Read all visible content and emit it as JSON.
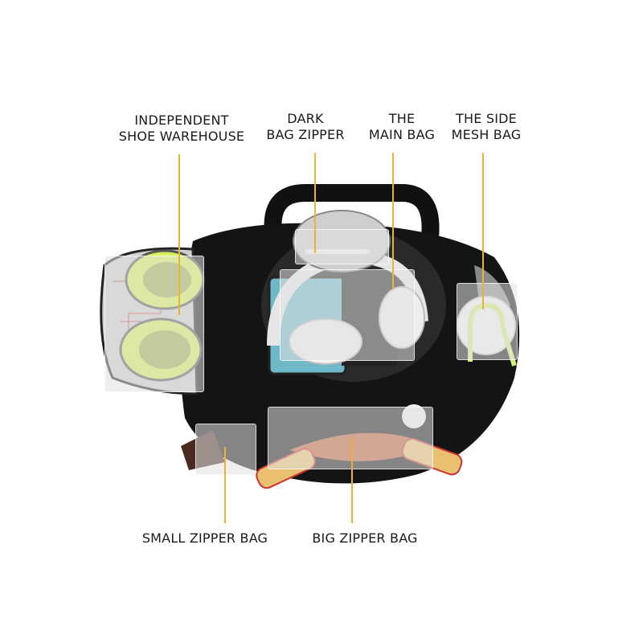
{
  "image": {
    "subject": "black sports duffel bag with labeled compartments",
    "accent_line_color": "#f0b030",
    "text_color": "#1a1a1a"
  },
  "callouts": {
    "shoe": {
      "line1": "INDEPENDENT",
      "line2": "SHOE WAREHOUSE"
    },
    "dark_zipper": {
      "line1": "DARK",
      "line2": "BAG ZIPPER"
    },
    "main_bag": {
      "line1": "THE",
      "line2": "MAIN BAG"
    },
    "side_mesh": {
      "line1": "THE SIDE",
      "line2": "MESH BAG"
    },
    "small_zipper": {
      "line1": "SMALL ZIPPER BAG"
    },
    "big_zipper": {
      "line1": "BIG ZIPPER BAG"
    }
  }
}
